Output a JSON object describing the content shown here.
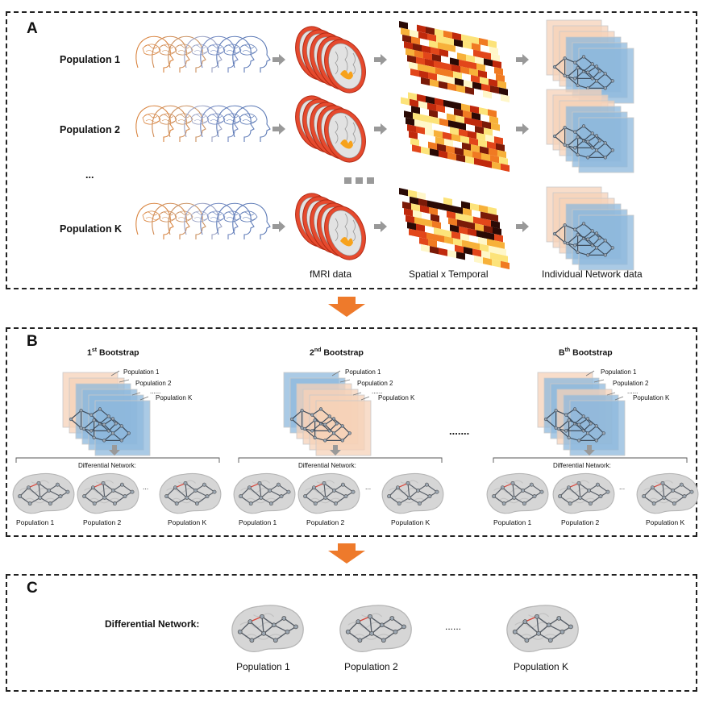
{
  "panels": {
    "a": "A",
    "b": "B",
    "c": "C"
  },
  "panel_a": {
    "rows": [
      "Population 1",
      "Population 2",
      "Population K"
    ],
    "ellipsis": "...",
    "columns": [
      "fMRI data",
      "Spatial x Temporal",
      "Individual Network data"
    ]
  },
  "panel_b": {
    "bootstraps": [
      {
        "prefix": "1",
        "sup": "st",
        "suffix": " Bootstrap"
      },
      {
        "prefix": "2",
        "sup": "nd",
        "suffix": " Bootstrap"
      },
      {
        "prefix": "B",
        "sup": "th",
        "suffix": " Bootstrap"
      }
    ],
    "stack_labels": [
      "Population 1",
      "Population 2",
      "......",
      "Population K"
    ],
    "diff_label": "Differential Network:",
    "brain_labels": [
      "Population 1",
      "Population 2",
      "Population K"
    ],
    "dots": "...",
    "between": "......."
  },
  "panel_c": {
    "diff_label": "Differential Network:",
    "labels": [
      "Population 1",
      "Population 2",
      "Population K"
    ],
    "dots": "......"
  },
  "colors": {
    "arrow": "#ee7a2b",
    "gray_arrow": "#999999",
    "orange_layer": "#f6d2b8",
    "blue_layer": "#8db8dc"
  }
}
